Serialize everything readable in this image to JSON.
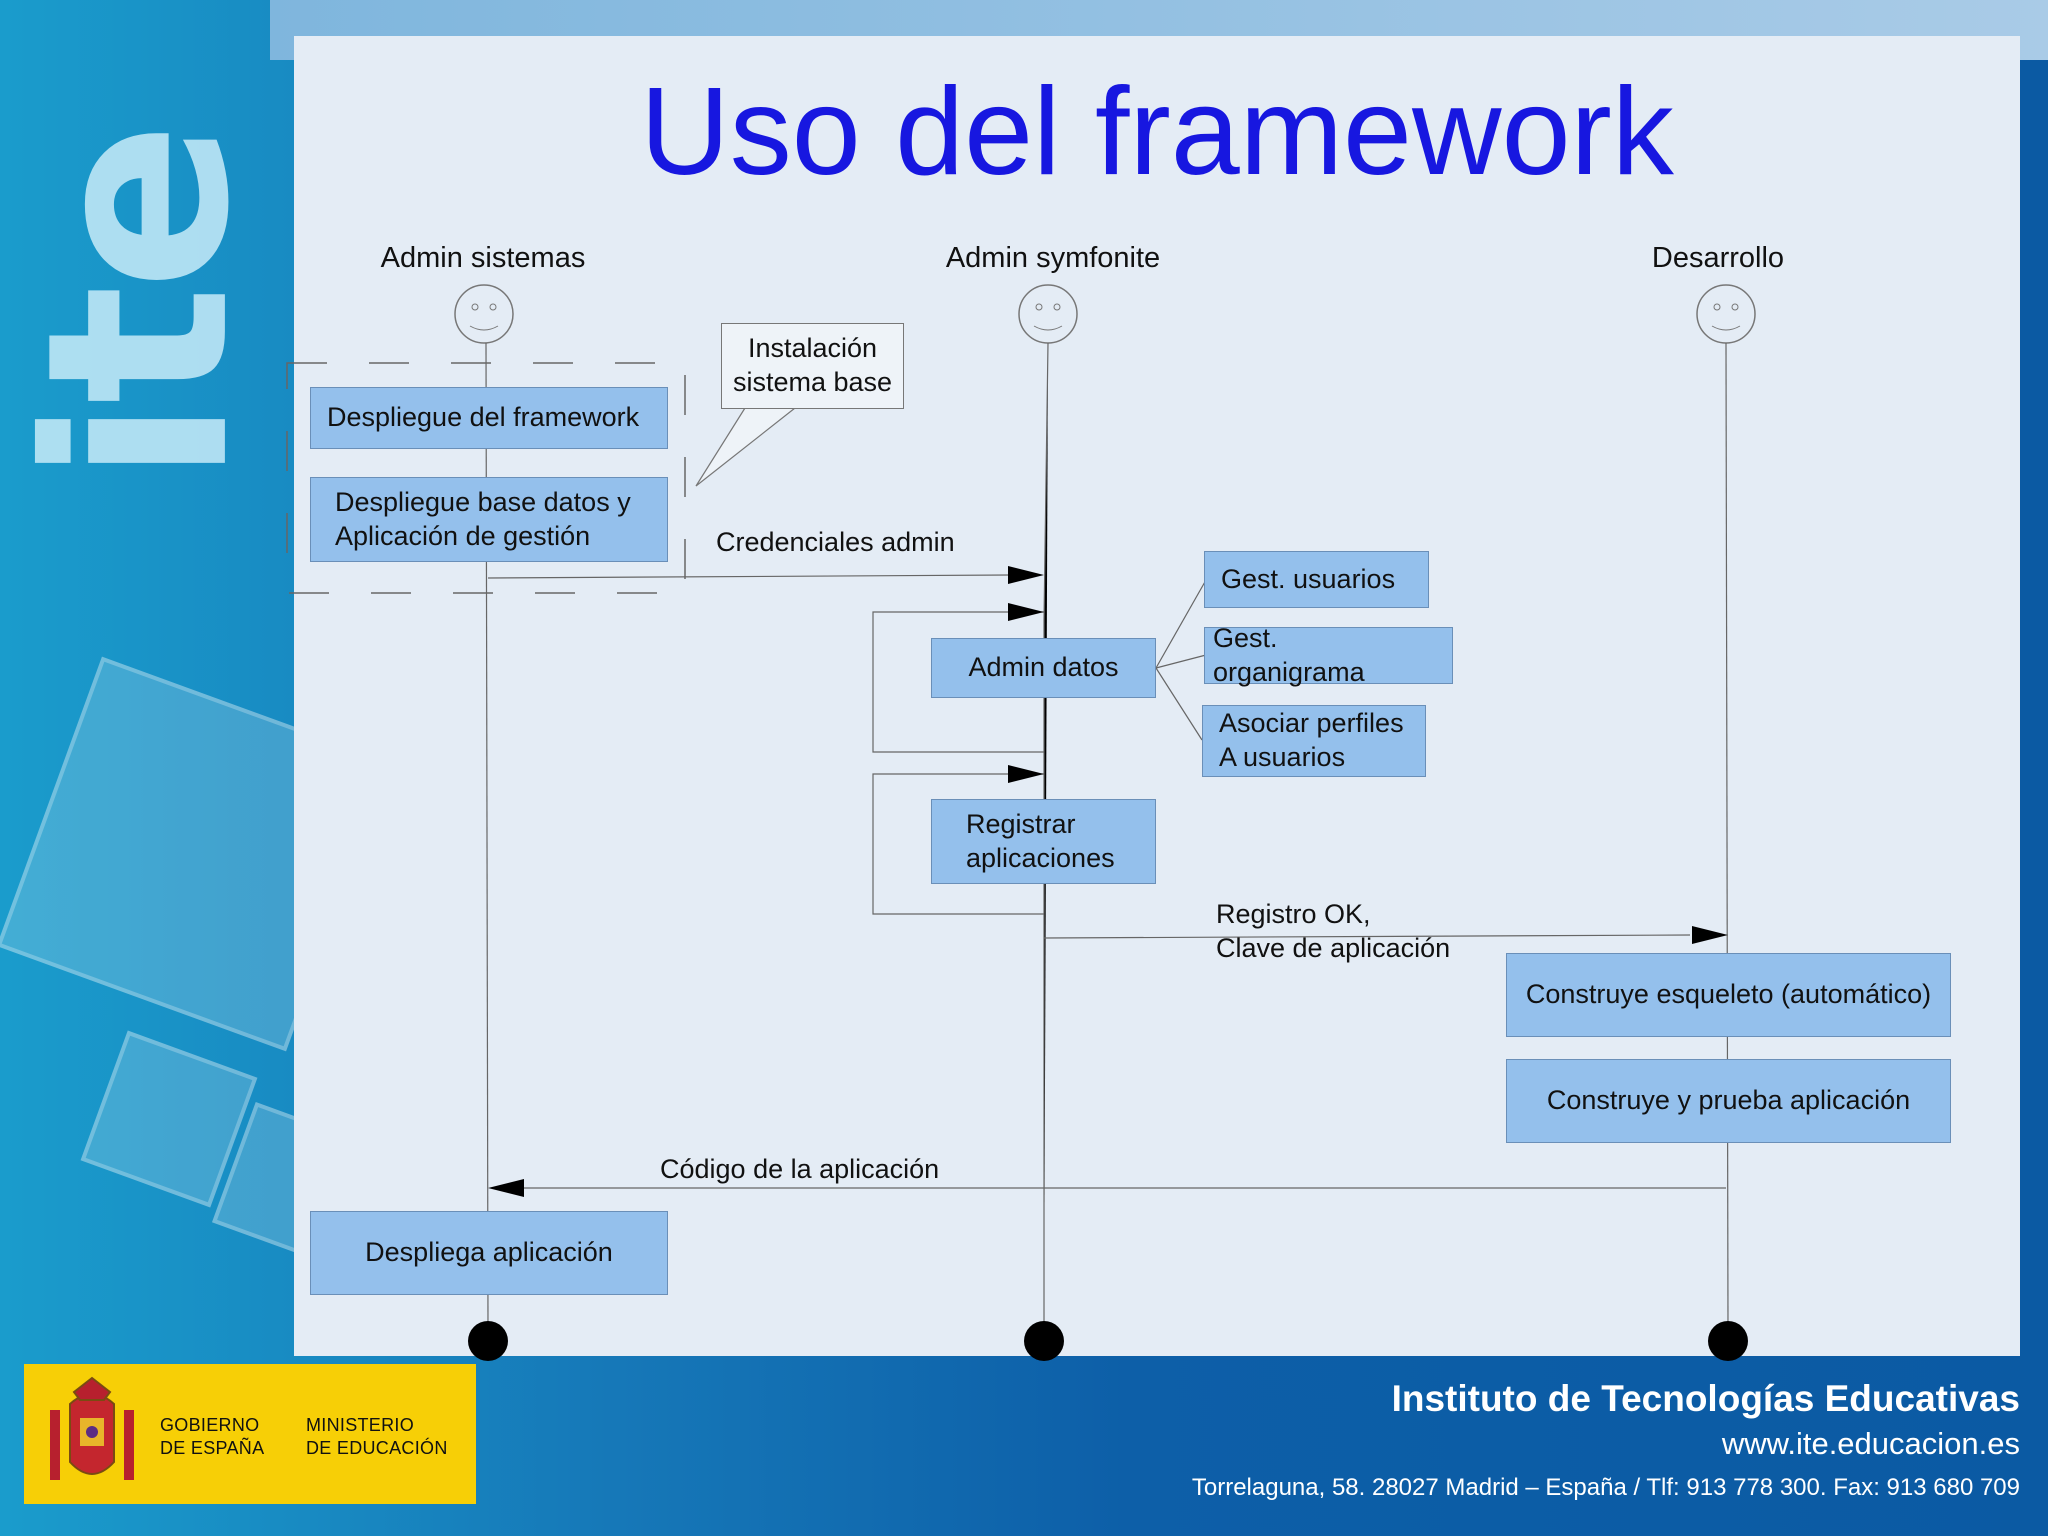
{
  "slide": {
    "title": "Uso del framework",
    "logo_text": "ite"
  },
  "actors": {
    "admin_sistemas": "Admin sistemas",
    "admin_symfonite": "Admin symfonite",
    "desarrollo": "Desarrollo"
  },
  "boxes": {
    "despliegue_framework": "Despliegue del framework",
    "despliegue_bd_line1": "Despliegue base datos y",
    "despliegue_bd_line2": "Aplicación de gestión",
    "admin_datos": "Admin datos",
    "gest_usuarios": "Gest. usuarios",
    "gest_organigrama": "Gest. organigrama",
    "asociar_line1": "Asociar perfiles",
    "asociar_line2": "A usuarios",
    "registrar_line1": "Registrar",
    "registrar_line2": "aplicaciones",
    "construye_esqueleto": "Construye esqueleto (automático)",
    "construye_prueba": "Construye y prueba aplicación",
    "despliega_aplicacion": "Despliega aplicación"
  },
  "note": {
    "line1": "Instalación",
    "line2": "sistema base"
  },
  "messages": {
    "credenciales": "Credenciales admin",
    "registro_line1": "Registro OK,",
    "registro_line2": "Clave de aplicación",
    "codigo": "Código de la aplicación"
  },
  "government": {
    "gobierno_line1": "GOBIERNO",
    "gobierno_line2": "DE ESPAÑA",
    "ministerio_line1": "MINISTERIO",
    "ministerio_line2": "DE EDUCACIÓN"
  },
  "footer": {
    "institute": "Instituto de Tecnologías Educativas",
    "website": "www.ite.educacion.es",
    "address": "Torrelaguna, 58. 28027 Madrid – España / Tlf: 913 778 300. Fax: 913 680 709"
  },
  "colors": {
    "title": "#1717e0",
    "box_fill": "#94c0ec",
    "slide_bg": "#e4ecf5",
    "gov_yellow": "#f7cf06"
  }
}
